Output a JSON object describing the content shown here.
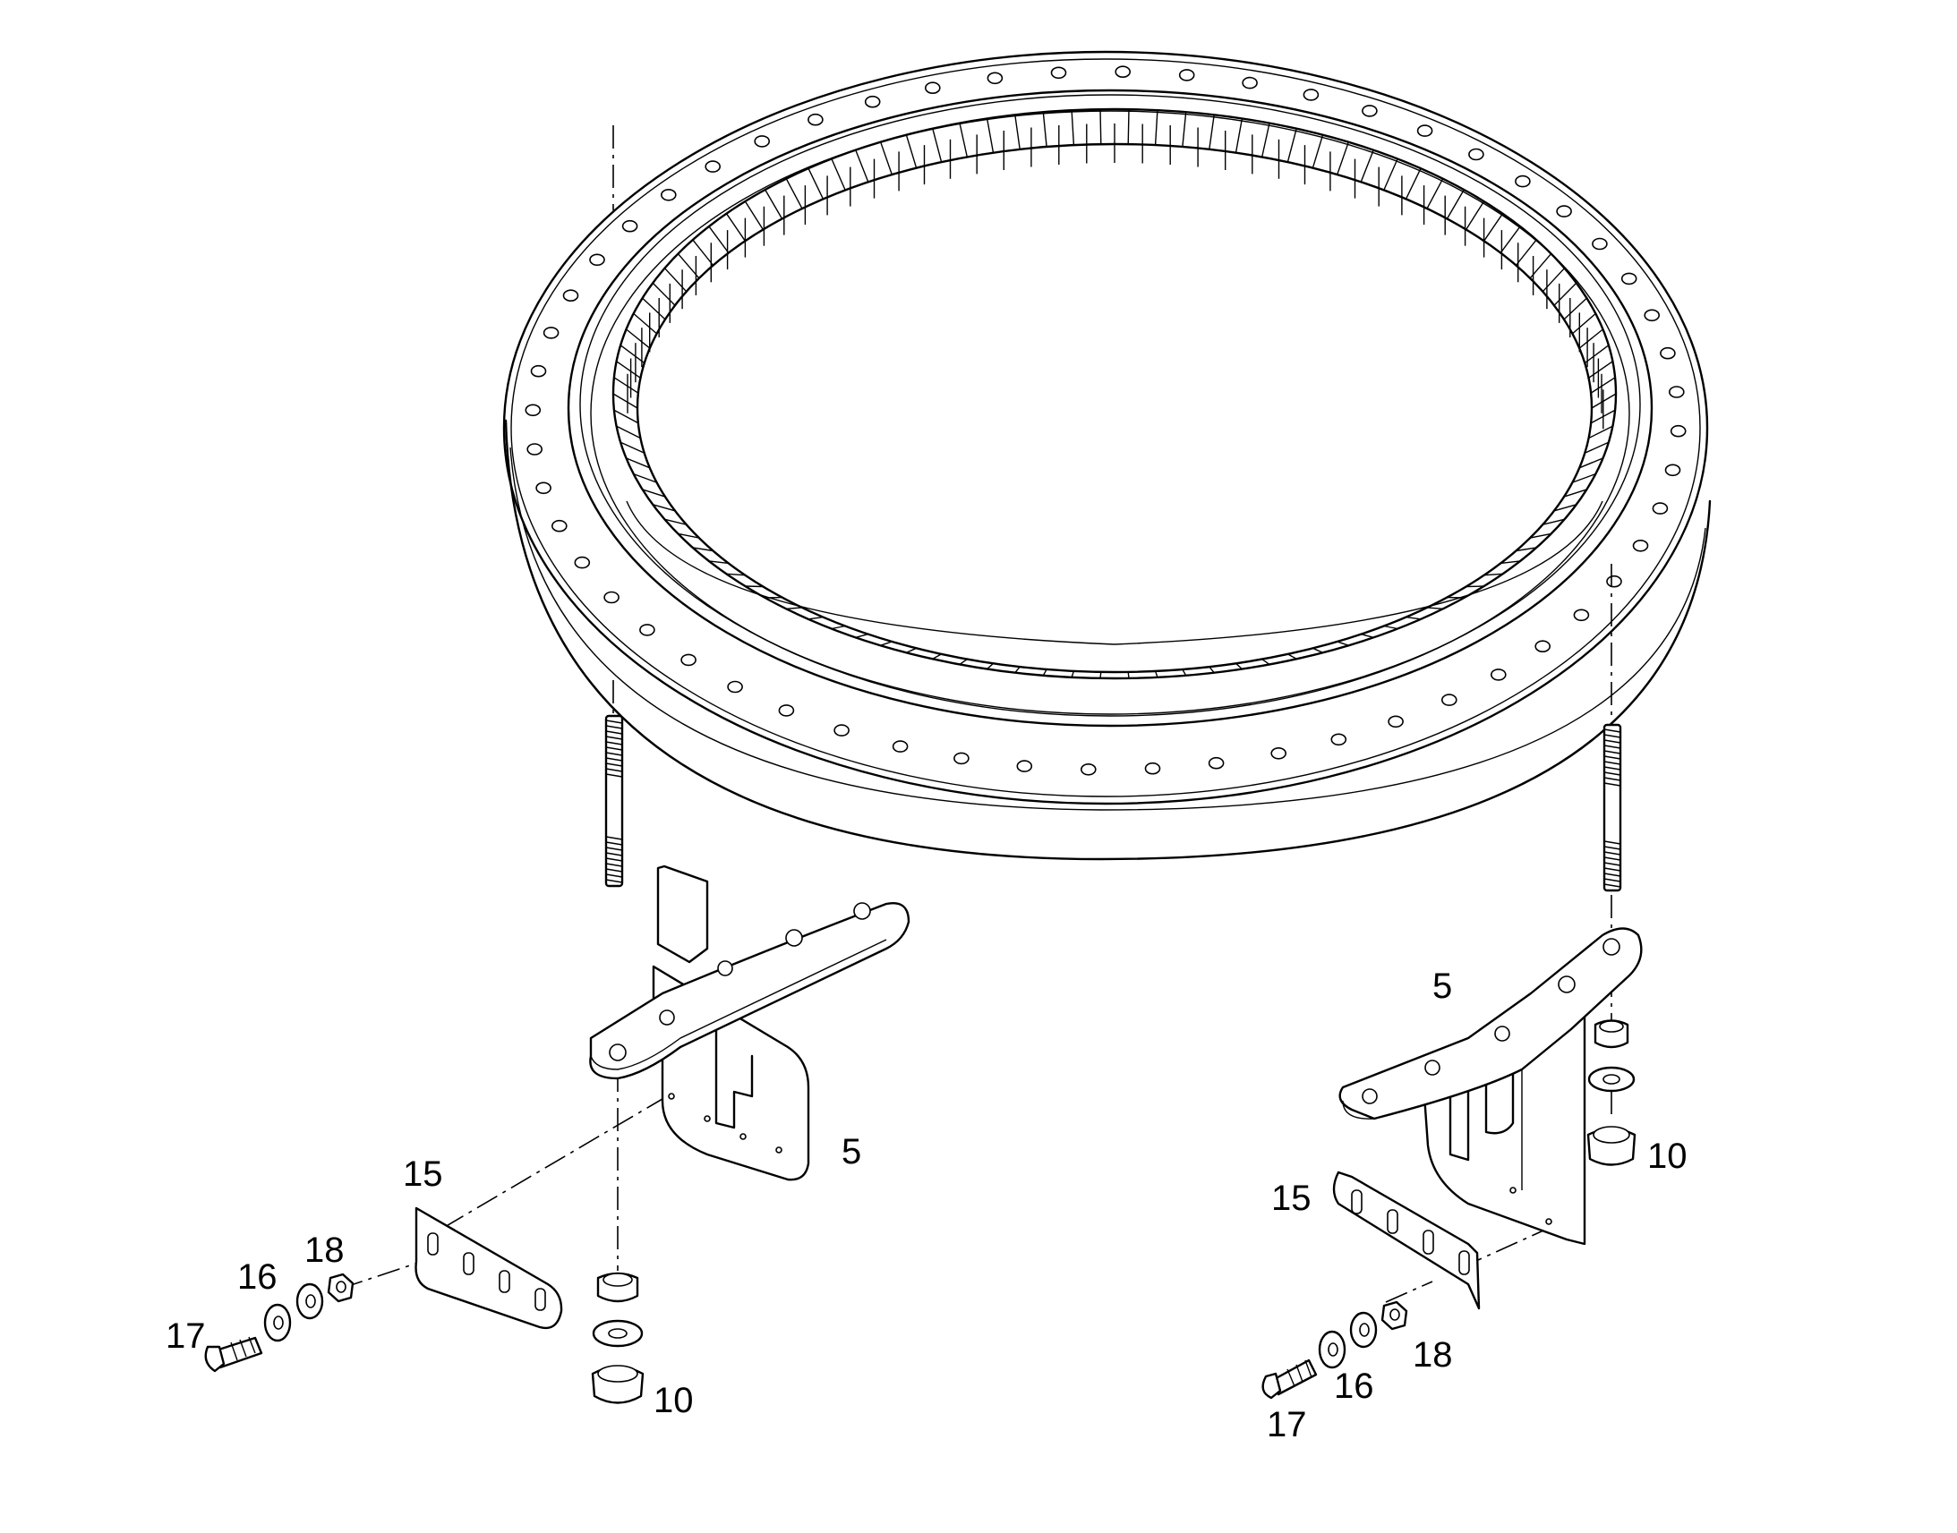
{
  "callouts": {
    "left_bracket": "5",
    "right_bracket": "5",
    "left_nut": "10",
    "right_nut": "10",
    "left_plate": "15",
    "right_plate": "15",
    "left_washer": "16",
    "right_washer": "16",
    "left_bolt": "17",
    "right_bolt": "17",
    "left_lock_nut": "18",
    "right_lock_nut": "18"
  }
}
